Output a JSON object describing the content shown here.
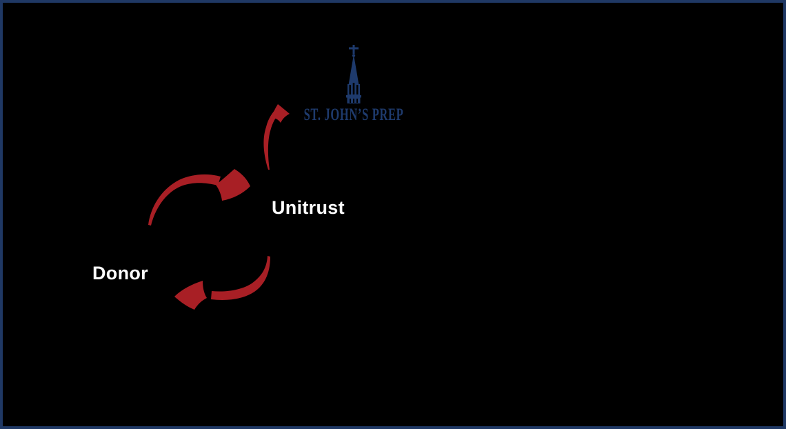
{
  "page": {
    "background": "#000000",
    "border_color": "#1F3864"
  },
  "logo": {
    "name": "ST. JOHN’S PREP",
    "icon": "steeple-icon",
    "color": "#1E3A6C"
  },
  "diagram": {
    "type": "giving-cycle-flow",
    "arrow_color": "#A81F25",
    "label_color": "#FFFFFF",
    "nodes": [
      {
        "id": "donor",
        "label": "Donor"
      },
      {
        "id": "unitrust",
        "label": "Unitrust"
      },
      {
        "id": "charity",
        "label": "ST. JOHN’S PREP"
      }
    ],
    "flows": [
      {
        "from": "Donor",
        "to": "Unitrust"
      },
      {
        "from": "Unitrust",
        "to": "ST. JOHN’S PREP"
      },
      {
        "from": "Unitrust",
        "to": "Donor"
      }
    ]
  }
}
